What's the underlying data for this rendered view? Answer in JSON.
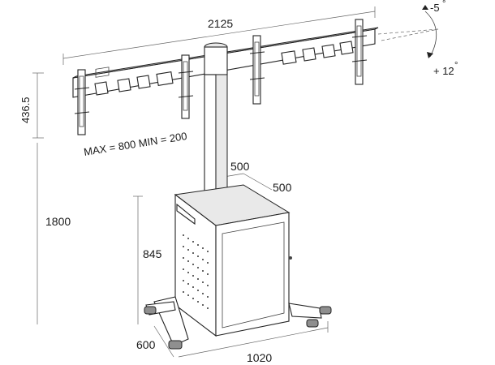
{
  "dimensions": {
    "width_total": "2125",
    "bracket_height": "436.5",
    "total_height": "1800",
    "cabinet_width": "500",
    "cabinet_depth": "500",
    "cabinet_height": "845",
    "base_depth": "600",
    "base_width": "1020"
  },
  "vesa": {
    "max_min": "MAX = 800 MIN = 200"
  },
  "tilt": {
    "up": "-5",
    "down": "+ 12",
    "degree_mark": "°"
  }
}
